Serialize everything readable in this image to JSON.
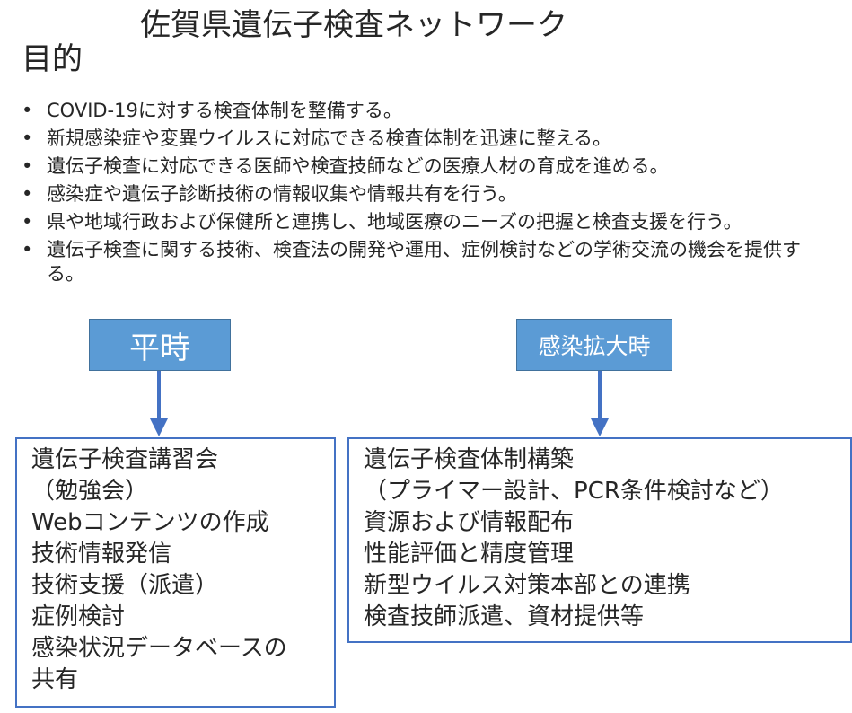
{
  "title": "佐賀県遺伝子検査ネットワーク",
  "heading": "目的",
  "bullet_symbol": "•",
  "objectives": [
    "COVID-19に対する検査体制を整備する。",
    "新規感染症や変異ウイルスに対応できる検査体制を迅速に整える。",
    "遺伝子検査に対応できる医師や検査技師などの医療人材の育成を進める。",
    "感染症や遺伝子診断技術の情報収集や情報共有を行う。",
    "県や地域行政および保健所と連携し、地域医療のニーズの把握と検査支援を行う。",
    "遺伝子検査に関する技術、検査法の開発や運用、症例検討などの学術交流の機会を提供する。"
  ],
  "normal_time": {
    "label": "平時",
    "items": [
      "遺伝子検査講習会",
      "（勉強会）",
      "Webコンテンツの作成",
      "技術情報発信",
      "技術支援（派遣）",
      "症例検討",
      "感染状況データベースの",
      "共有"
    ]
  },
  "spread_time": {
    "label": "感染拡大時",
    "items": [
      "遺伝子検査体制構築",
      "（プライマー設計、PCR条件検討など）",
      "資源および情報配布",
      "性能評価と精度管理",
      "新型ウイルス対策本部との連携",
      "検査技師派遣、資材提供等"
    ]
  },
  "colors": {
    "mode_box_fill": "#5b9bd5",
    "arrow": "#4472c4",
    "list_border": "#4472c4",
    "text": "#262626"
  }
}
